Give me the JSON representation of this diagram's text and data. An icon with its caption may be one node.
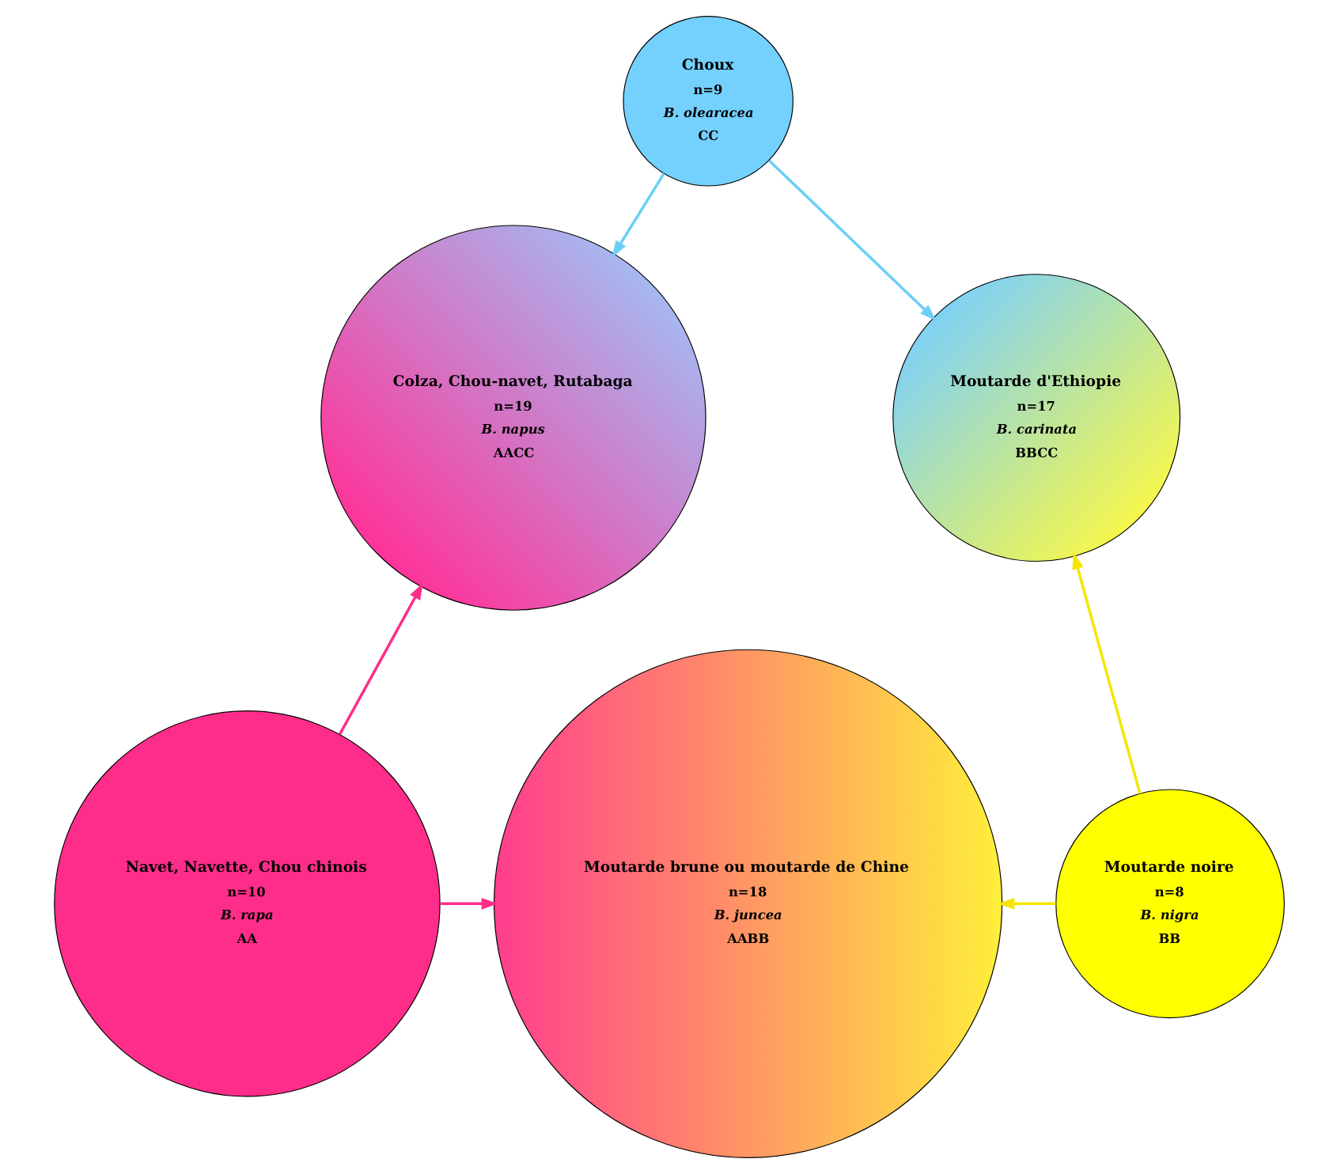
{
  "diagram": {
    "nodes": [
      {
        "text": [
          "Choux",
          "n=9",
          "B. olearacea",
          "CC"
        ]
      },
      {
        "text": [
          "Colza, Chou-navet, Rutabaga",
          "n=19",
          "B. napus",
          "AACC"
        ]
      },
      {
        "text": [
          "Moutarde d'Ethiopie",
          "n=17",
          "B. carinata",
          "BBCC"
        ]
      },
      {
        "text": [
          "Navet, Navette, Chou chinois",
          "n=10",
          "B. rapa",
          "AA"
        ]
      },
      {
        "text": [
          "Moutarde brune ou moutarde de Chine",
          "n=18",
          "B. juncea",
          "AABB"
        ]
      },
      {
        "text": [
          "Moutarde noire",
          "n=8",
          "B. nigra",
          "BB"
        ]
      }
    ],
    "edges": [
      {
        "from": 0,
        "to": 1,
        "arrow": "to",
        "color": "#6ccff6"
      },
      {
        "from": 0,
        "to": 2,
        "arrow": "to",
        "color": "#6ccff6"
      },
      {
        "from": 3,
        "to": 1,
        "arrow": "to",
        "color": "#ff2d8a"
      },
      {
        "from": 3,
        "to": 4,
        "arrow": "to",
        "color": "#ff2d8a"
      },
      {
        "from": 5,
        "to": 4,
        "arrow": "to",
        "color": "#f5e600"
      },
      {
        "from": 5,
        "to": 2,
        "arrow": "to",
        "color": "#f5e600"
      }
    ]
  }
}
